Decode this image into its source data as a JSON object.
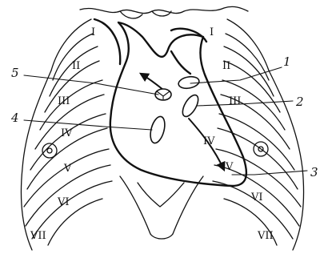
{
  "figure": {
    "rib_labels_left": [
      "I",
      "II",
      "III",
      "IV",
      "V",
      "VI",
      "VII"
    ],
    "rib_labels_right": [
      "I",
      "II",
      "III",
      "IV",
      "V",
      "VI",
      "VII"
    ],
    "callouts": [
      "1",
      "2",
      "3",
      "4",
      "5"
    ]
  }
}
